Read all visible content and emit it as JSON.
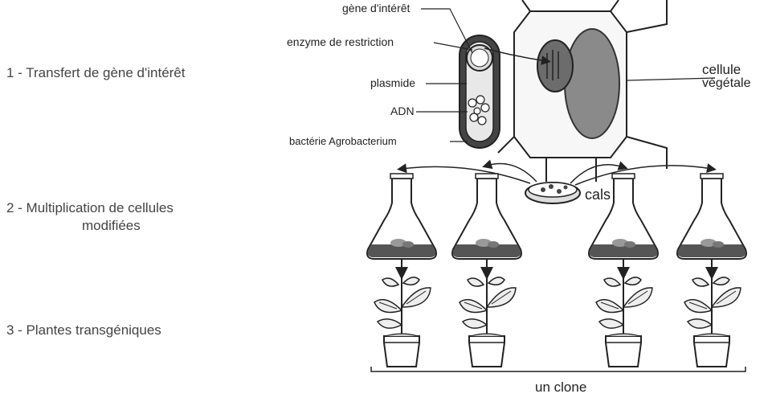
{
  "steps": {
    "step1": "1 - Transfert de gène d'intérêt",
    "step2_line1": "2 - Multiplication de cellules",
    "step2_line2": "modifiées",
    "step3": "3 - Plantes transgéniques"
  },
  "labels": {
    "gene": "gène d'intérêt",
    "enzyme": "enzyme de restriction",
    "plasmid": "plasmide",
    "adn": "ADN",
    "bacteria": "bactérie Agrobacterium",
    "cell_line1": "cellule",
    "cell_line2": "végétale",
    "callus": "cals",
    "clone": "un clone"
  }
}
